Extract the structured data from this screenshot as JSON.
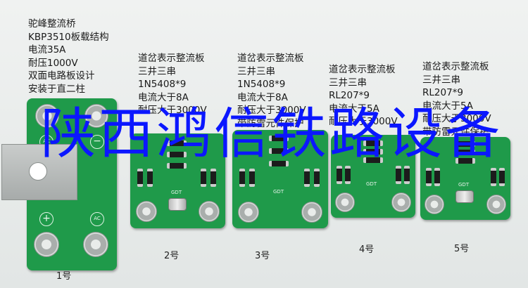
{
  "products": [
    {
      "number": "1号",
      "specs": [
        "驼峰整流桥",
        "KBP3510板载结构",
        "电流35A",
        "耐压1000V",
        "双面电路板设计",
        "安装于直二柱"
      ],
      "board_marks": [
        "AC",
        "AC",
        "+",
        "−"
      ]
    },
    {
      "number": "2号",
      "specs": [
        "道岔表示整流板",
        "三井三串",
        "1N5408*9",
        "电流大于8A",
        "耐压大于3000V"
      ],
      "board_marks": [
        "GDT"
      ]
    },
    {
      "number": "3号",
      "specs": [
        "道岔表示整流板",
        "三井三串",
        "1N5408*9",
        "电流大于8A",
        "耐压大于3000V",
        "带防雷元件保护"
      ],
      "board_marks": [
        "GDT"
      ]
    },
    {
      "number": "4号",
      "specs": [
        "道岔表示整流板",
        "三井三串",
        "RL207*9",
        "电流大于5A",
        "耐压大于3000V"
      ],
      "board_marks": [
        "GDT"
      ]
    },
    {
      "number": "5号",
      "specs": [
        "道岔表示整流板",
        "三井三串",
        "RL207*9",
        "电流大于5A",
        "耐压大于3000V",
        "带防雷元件保护"
      ],
      "board_marks": [
        "GDT"
      ]
    }
  ],
  "watermark": "陕西鸿信铁路设备",
  "colors": {
    "watermark": "#0b17ff",
    "pcb": "#1f9a4a",
    "background": "#e8ebea"
  }
}
